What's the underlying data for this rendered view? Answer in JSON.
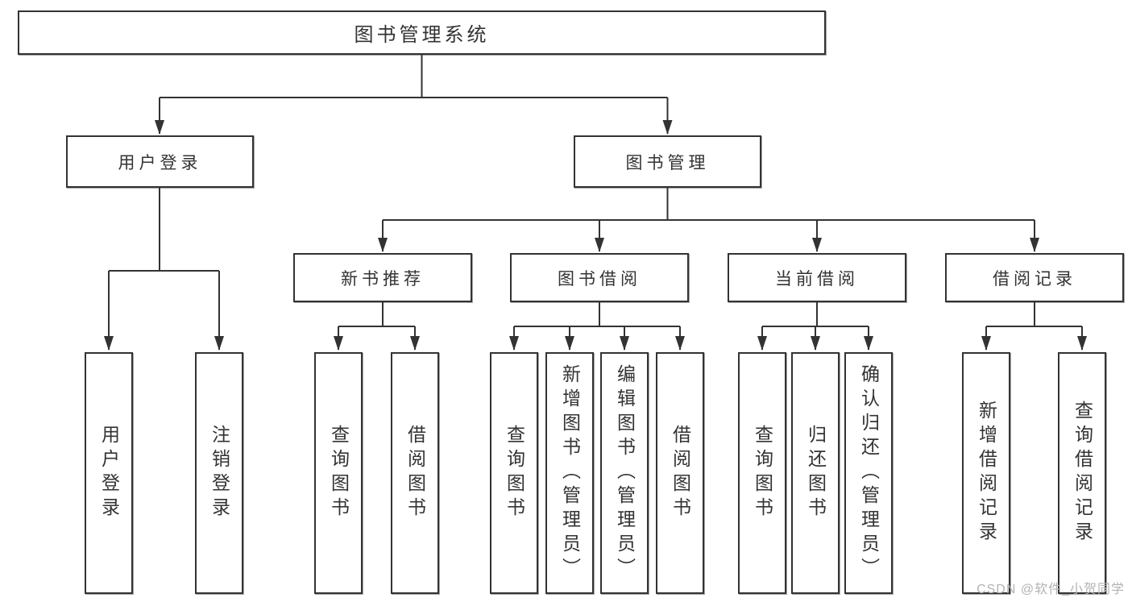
{
  "diagram_title": "图书管理系统",
  "tree": {
    "root": {
      "label": "图书管理系统"
    },
    "branches": [
      {
        "label": "用户登录",
        "children": [
          {
            "label": "用户登录"
          },
          {
            "label": "注销登录"
          }
        ]
      },
      {
        "label": "图书管理",
        "children": [
          {
            "label": "新书推荐",
            "children": [
              {
                "label": "查询图书"
              },
              {
                "label": "借阅图书"
              }
            ]
          },
          {
            "label": "图书借阅",
            "children": [
              {
                "label": "查询图书"
              },
              {
                "label": "新增图书（管理员）"
              },
              {
                "label": "编辑图书（管理员）"
              },
              {
                "label": "借阅图书"
              }
            ]
          },
          {
            "label": "当前借阅",
            "children": [
              {
                "label": "查询图书"
              },
              {
                "label": "归还图书"
              },
              {
                "label": "确认归还（管理员）"
              }
            ]
          },
          {
            "label": "借阅记录",
            "children": [
              {
                "label": "新增借阅记录"
              },
              {
                "label": "查询借阅记录"
              }
            ]
          }
        ]
      }
    ]
  },
  "watermark": {
    "text": "CSDN @软件_小贺同学"
  },
  "colors": {
    "stroke": "#333333",
    "box_background": "#ffffff",
    "watermark": "#b3b3b3",
    "page_background": "#ffffff"
  }
}
